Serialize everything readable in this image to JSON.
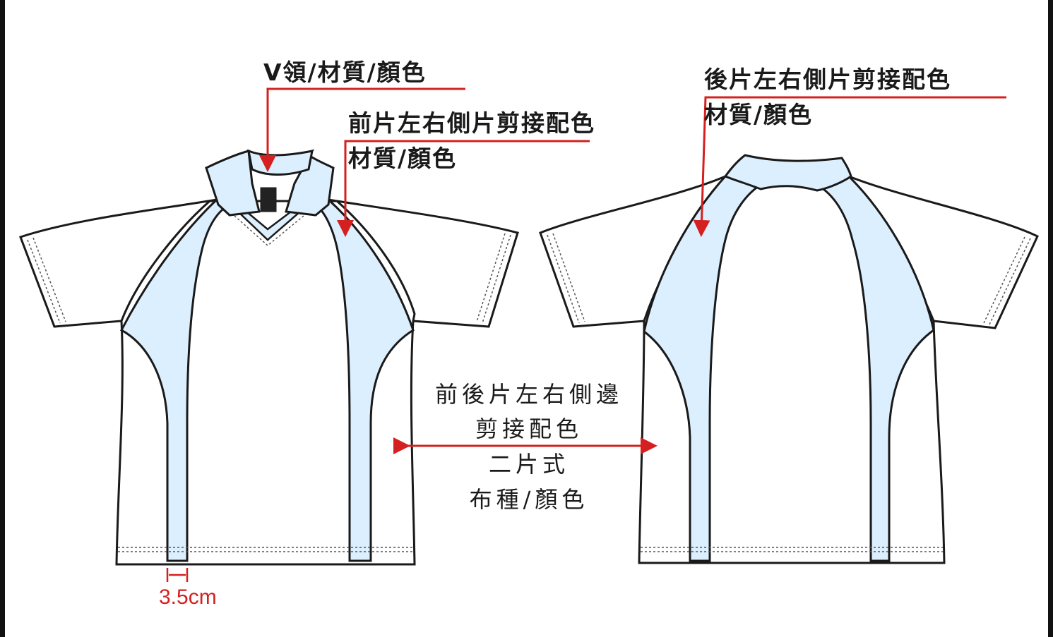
{
  "colors": {
    "outline": "#1a1a1a",
    "panel": "#dcefff",
    "shirt": "#ffffff",
    "callout": "#d42020",
    "text": "#1a1a1a"
  },
  "labels": {
    "collar": "V領/材質/顏色",
    "front_panel_line1": "前片左右側片剪接配色",
    "front_panel_line2": "材質/顏色",
    "back_panel_line1": "後片左右側片剪接配色",
    "back_panel_line2": "材質/顏色",
    "side_line1": "前後片左右側邊",
    "side_line2": "剪接配色",
    "side_line3": "二片式",
    "side_line4": "布種/顏色",
    "stripe_width": "3.5cm"
  },
  "views": {
    "front": "front-view",
    "back": "back-view"
  }
}
